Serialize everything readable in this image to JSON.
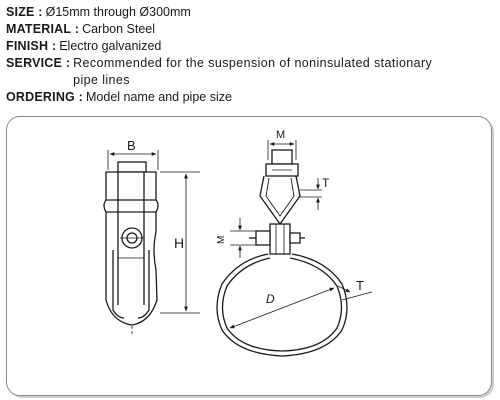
{
  "specs": {
    "size": {
      "label": "SIZE :",
      "value": "Ø15mm through Ø300mm"
    },
    "material": {
      "label": "MATERIAL :",
      "value": "Carbon Steel"
    },
    "finish": {
      "label": "FINISH :",
      "value": "Electro galvanized"
    },
    "service": {
      "label": "SERVICE :",
      "value": "Recommended for the suspension of noninsulated stationary pipe lines"
    },
    "ordering": {
      "label": "ORDERING :",
      "value": "Model name and pipe size"
    }
  },
  "dimensions": {
    "b": "B",
    "h": "H",
    "m_top": "M",
    "t_top": "T",
    "m_side": "M",
    "d": "D",
    "t_right": "T"
  }
}
